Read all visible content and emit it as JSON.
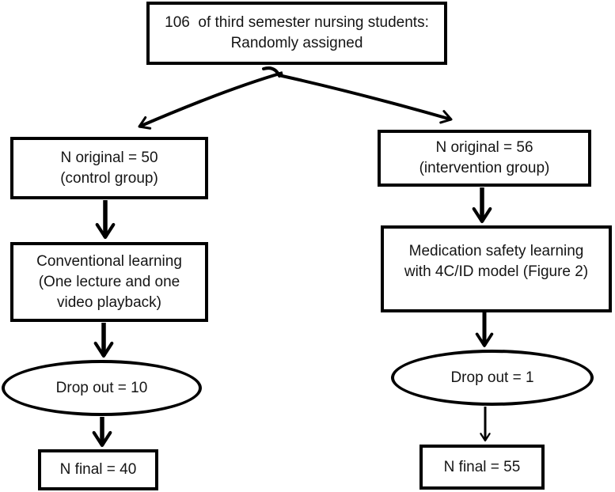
{
  "colors": {
    "line": "#000000",
    "node_fill": "#ffffff",
    "text": "#151515",
    "background": "#ffffff"
  },
  "nodes": {
    "total": {
      "shape": "rect",
      "lines": [
        "106  of third semester nursing students:",
        "Randomly assigned"
      ]
    },
    "control_original": {
      "shape": "rect",
      "lines": [
        "N original = 50",
        "(control group)"
      ]
    },
    "intervention_original": {
      "shape": "rect",
      "lines": [
        "N original = 56",
        "(intervention group)"
      ]
    },
    "control_method": {
      "shape": "rect",
      "lines": [
        "Conventional learning",
        "(One lecture and one",
        "video playback)"
      ]
    },
    "intervention_method": {
      "shape": "rect",
      "lines": [
        "Medication safety learning",
        "with 4C/ID model (Figure 2)"
      ]
    },
    "control_dropout": {
      "shape": "ellipse",
      "lines": [
        "Drop out = 10"
      ]
    },
    "intervention_dropout": {
      "shape": "ellipse",
      "lines": [
        "Drop out = 1"
      ]
    },
    "control_final": {
      "shape": "rect",
      "lines": [
        "N final = 40"
      ]
    },
    "intervention_final": {
      "shape": "rect",
      "lines": [
        "N final = 55"
      ]
    }
  }
}
